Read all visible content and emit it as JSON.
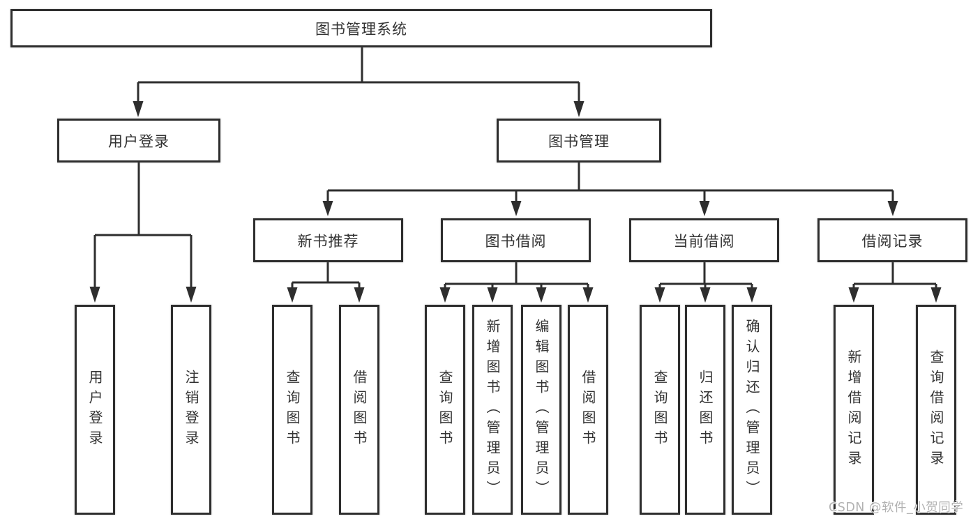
{
  "diagram": {
    "root": {
      "label": "图书管理系统"
    },
    "user": {
      "label": "用户登录",
      "children": [
        {
          "label": "用户登录"
        },
        {
          "label": "注销登录"
        }
      ]
    },
    "mgmt": {
      "label": "图书管理",
      "groups": [
        {
          "label": "新书推荐",
          "children": [
            {
              "label": "查询图书"
            },
            {
              "label": "借阅图书"
            }
          ]
        },
        {
          "label": "图书借阅",
          "children": [
            {
              "label": "查询图书"
            },
            {
              "label": "新增图书（管理员）"
            },
            {
              "label": "编辑图书（管理员）"
            },
            {
              "label": "借阅图书"
            }
          ]
        },
        {
          "label": "当前借阅",
          "children": [
            {
              "label": "查询图书"
            },
            {
              "label": "归还图书"
            },
            {
              "label": "确认归还（管理员）"
            }
          ]
        },
        {
          "label": "借阅记录",
          "children": [
            {
              "label": "新增借阅记录"
            },
            {
              "label": "查询借阅记录"
            }
          ]
        }
      ]
    }
  },
  "watermark": "CSDN @软件_小贺同学",
  "colors": {
    "line": "#2e2e2e",
    "box_border": "#2e2e2e",
    "text": "#333333",
    "background": "#ffffff",
    "watermark": "#b2b2b2"
  }
}
